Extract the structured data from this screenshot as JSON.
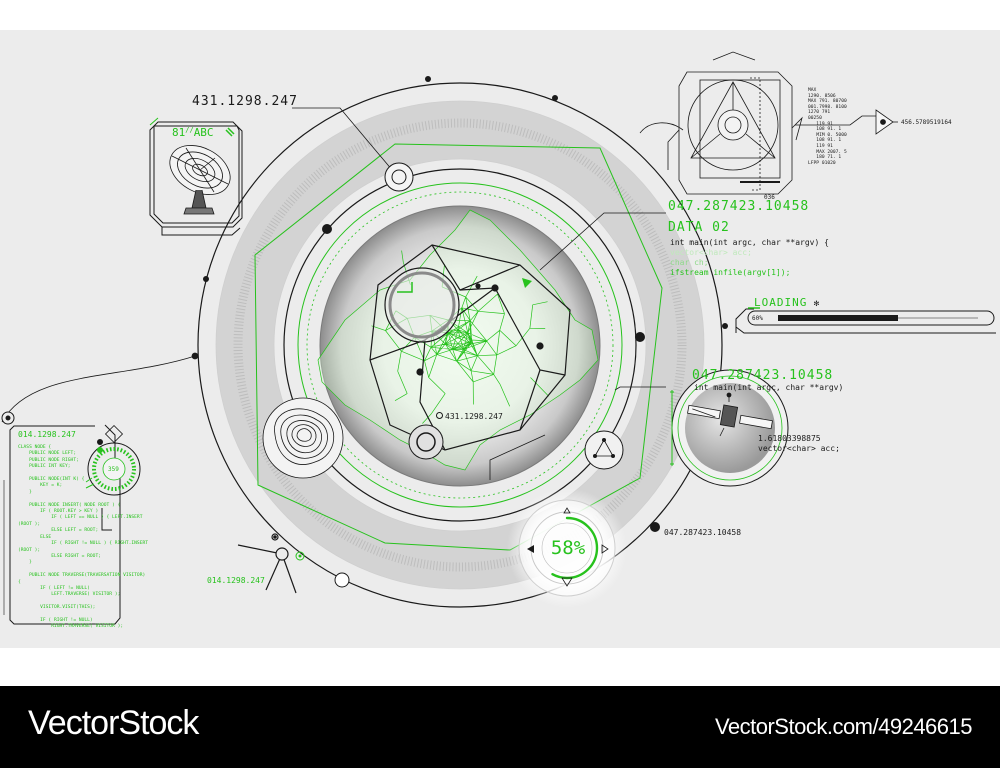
{
  "hud": {
    "top_coord": "431.1298.247",
    "dish_label": "81",
    "dish_sub": "ABC",
    "data_coord": "047.287423.10458",
    "data_title": "DATA 02",
    "data_code": [
      "int main(int argc, char **argv) {",
      "  vector<char> acc;",
      "  char ch;",
      "  ifstream infile(argv[1]);"
    ],
    "loading_label": "LOADING",
    "loading_percent": "60%",
    "loading_fill": 0.6,
    "triangle_coord": "456.5789519164",
    "tiny_number": "036",
    "right_code": [
      "MAX",
      "1290. 8506",
      "MAX 791. 80700",
      "001.7998. 8100",
      "1270 791",
      "00250",
      "   119 91",
      "   108 91. 1",
      "   MIM 0. 5000",
      "   108 91. 1",
      "   119 91",
      "   MAX 2007. 5",
      "   180 71. 1",
      "LFPP 01020"
    ],
    "satellite_coord": "047.287423.10458",
    "satellite_code": "int main(int argc, char **argv)",
    "satellite_value": "1.61803398875",
    "satellite_vector": "vector<char> acc;",
    "center_coord": "431.1298.247",
    "bottom_coord": "047.287423.10458",
    "bottom_left_coord": "014.1298.247",
    "left_panel_coord": "014.1298.247",
    "left_badge": "359",
    "percent": "58%",
    "left_code": "CLASS NODE {\n    PUBLIC NODE LEFT;\n    PUBLIC NODE RIGHT;\n    PUBLIC INT KEY;\n\n    PUBLIC NODE(INT K) {\n        KEY = K;\n    }\n\n    PUBLIC NODE INSERT( NODE ROOT ) {\n        IF ( ROOT.KEY > KEY )\n            IF ( LEFT == NULL ) { LEFT.INSERT\n(ROOT );\n            ELSE LEFT = ROOT;\n        ELSE\n            IF ( RIGHT != NULL ) { RIGHT.INSERT\n(ROOT );\n            ELSE RIGHT = ROOT;\n    }\n\n    PUBLIC NODE TRAVERSE(TRAVERSATION VISITOR)\n{\n        IF ( LEFT != NULL)\n            LEFT.TRAVERSE( VISITOR );\n\n        VISITOR.VISIT(THIS);\n\n        IF ( RIGHT != NULL)\n            RIGHT.TRAVERSE( VISITOR );"
  },
  "footer": {
    "brand": "VectorStock",
    "url": "VectorStock.com/49246615"
  },
  "colors": {
    "accent": "#27c21d",
    "line": "#1a1a1a",
    "panel": "#ececec"
  }
}
